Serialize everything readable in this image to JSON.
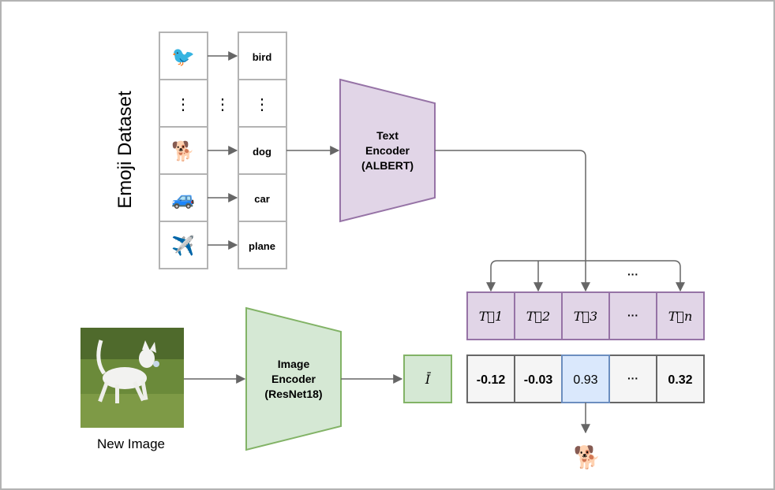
{
  "dataset": {
    "title": "Emoji Dataset",
    "rows": [
      {
        "emoji": "🐦",
        "icon": "bird-emoji",
        "label": "bird"
      },
      {
        "emoji": "⋮",
        "icon": "vertical-ellipsis",
        "middle": "⋮",
        "label": "⋮"
      },
      {
        "emoji": "🐕",
        "icon": "dog-emoji",
        "label": "dog"
      },
      {
        "emoji": "🚙",
        "icon": "car-emoji",
        "label": "car"
      },
      {
        "emoji": "✈️",
        "icon": "plane-emoji",
        "label": "plane"
      }
    ]
  },
  "text_encoder": {
    "line1": "Text",
    "line2": "Encoder",
    "line3": "(ALBERT)",
    "fill": "#e1d5e7",
    "stroke": "#9673a6"
  },
  "image_encoder": {
    "line1": "Image",
    "line2": "Encoder",
    "line3": "(ResNet18)",
    "fill": "#d5e8d4",
    "stroke": "#82b366"
  },
  "new_image": {
    "caption": "New Image",
    "icon": "dog-photo"
  },
  "image_embedding": {
    "symbol": "Ī"
  },
  "text_embeddings": {
    "cells": [
      "T⃗1",
      "T⃗2",
      "T⃗3",
      "···",
      "T⃗n"
    ],
    "top_ellipsis": "···"
  },
  "similarities": {
    "cells": [
      "-0.12",
      "-0.03",
      "0.93",
      "···",
      "0.32"
    ],
    "highlight_index": 2,
    "highlight_fill": "#dae8fc",
    "highlight_stroke": "#6c8ebf"
  },
  "result": {
    "emoji": "🐕",
    "icon": "dog-emoji"
  },
  "colors": {
    "arrow": "#666666",
    "box_stroke": "#b3b3b3",
    "cell_fill": "#f5f5f5"
  }
}
